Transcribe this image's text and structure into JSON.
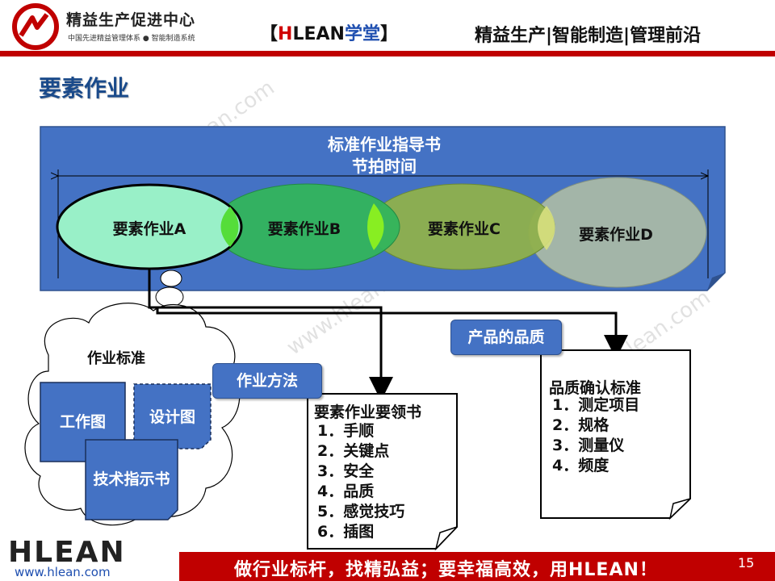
{
  "header": {
    "logo_title": "精益生产促进中心",
    "logo_subtitle": "中国先进精益管理体系 ● 智能制造系统",
    "brand_open": "【",
    "brand_h": "H",
    "brand_lean": "LEAN",
    "brand_cn": "学堂",
    "brand_close": "】",
    "tagline": "精益生产|智能制造|管理前沿"
  },
  "page_title": "要素作业",
  "watermark": "www.hlean.com",
  "banner": {
    "title": "标准作业指导书",
    "subtitle": "节拍时间",
    "elements": [
      {
        "label": "要素作业A"
      },
      {
        "label": "要素作业B"
      },
      {
        "label": "要素作业C"
      },
      {
        "label": "要素作业D"
      }
    ]
  },
  "cloud": {
    "title": "作业标准",
    "docs": [
      "工作图",
      "设计图",
      "技术指示书"
    ]
  },
  "method_label": "作业方法",
  "quality_label": "产品的品质",
  "points_doc": {
    "title": "要素作业要领书",
    "items": [
      "1．手顺",
      "2．关键点",
      "3．安全",
      "4．品质",
      "5．感觉技巧",
      "6．插图"
    ]
  },
  "quality_doc": {
    "title": "品质确认标准",
    "items": [
      "1．测定项目",
      "2．规格",
      "3．测量仪",
      "4．频度"
    ]
  },
  "footer": {
    "logo": "HLEAN",
    "url": "www.hlean.com",
    "slogan": "做行业标杆，找精弘益；要幸福高效，用HLEAN！",
    "page_number": "15"
  },
  "colors": {
    "banner_blue": "#4472c4",
    "header_red": "#c00000",
    "ellipse_a": "#99f0c8",
    "ellipse_b": "#33b45c",
    "ellipse_c": "#8fb04c",
    "ellipse_d": "#a3b5a8",
    "title_blue": "#1a4a8a"
  }
}
